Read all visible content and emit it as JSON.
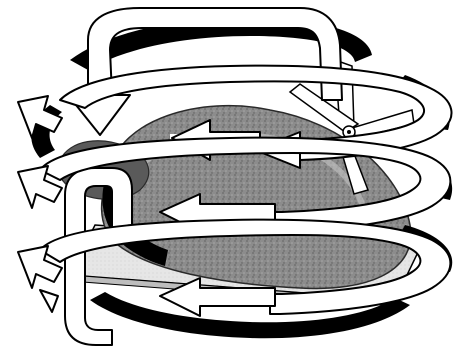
{
  "illustration": {
    "colors": {
      "background": "#ffffff",
      "arrow_fill": "#ffffff",
      "arrow_back": "#000000",
      "outline": "#000000",
      "food_dark": "#5a5a5a",
      "food_mid": "#8c8c8c",
      "food_light": "#c4c4c4",
      "tray": "#e6e6e6",
      "tray_shadow": "#bdbdbd"
    },
    "icons": {
      "airflow": "circular-airflow-arrows",
      "fan": "stirrer-fan-icon",
      "food": "food-dish",
      "tray": "baking-tray"
    }
  }
}
